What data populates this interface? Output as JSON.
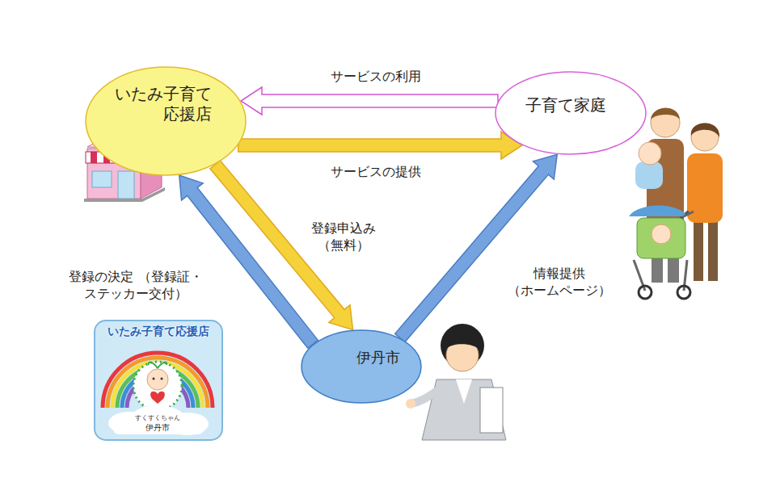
{
  "diagram": {
    "nodes": [
      {
        "text": [
          "いたみ子育て 応援店"
        ]
      },
      {
        "text": [
          "子育て家庭"
        ]
      },
      {
        "text": [
          "伊丹市"
        ]
      }
    ],
    "edges": [
      {
        "from": 1,
        "to": 0,
        "label": "サービスの利用",
        "arrow": "to"
      },
      {
        "from": 0,
        "to": 1,
        "label": "サービスの提供",
        "arrow": "to"
      },
      {
        "from": 0,
        "to": 2,
        "label": "登録申込み （無料）",
        "arrow": "to"
      },
      {
        "from": 2,
        "to": 0,
        "label": "登録の決定 （登録証・ステッカー交付）",
        "arrow": "to"
      },
      {
        "from": 2,
        "to": 1,
        "label": "情報提供 （ホームページ）",
        "arrow": "to"
      }
    ],
    "labels": [
      "いたみ子育て応援店",
      "すくすくちゃん",
      "伊丹市"
    ]
  }
}
